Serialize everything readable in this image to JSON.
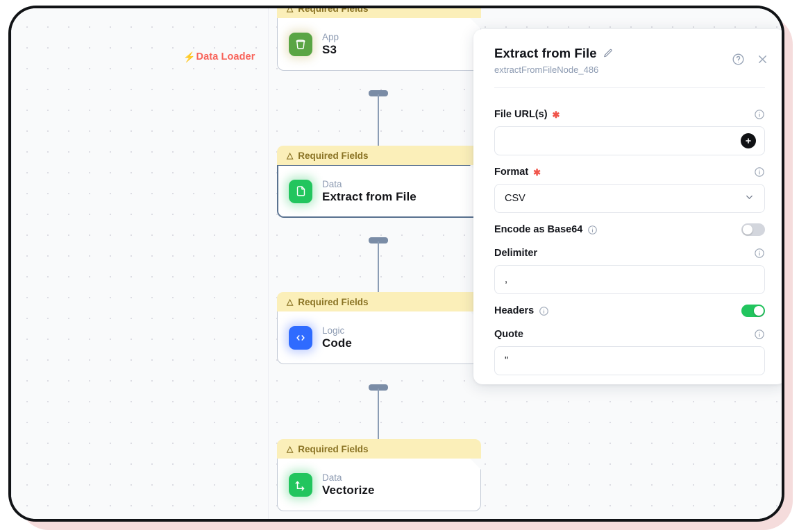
{
  "canvas": {
    "data_loader_tag": {
      "label": "Data Loader",
      "icon": "bolt-icon",
      "color": "#f8635a"
    },
    "nodes": [
      {
        "banner": "Required Fields",
        "kind": "App",
        "title": "S3",
        "icon": "s3-bucket-icon",
        "selected": false
      },
      {
        "banner": "Required Fields",
        "kind": "Data",
        "title": "Extract from File",
        "icon": "file-document-icon",
        "selected": true
      },
      {
        "banner": "Required Fields",
        "kind": "Logic",
        "title": "Code",
        "icon": "code-brackets-icon",
        "selected": false
      },
      {
        "banner": "Required Fields",
        "kind": "Data",
        "title": "Vectorize",
        "icon": "vector-axes-icon",
        "selected": false
      }
    ]
  },
  "panel": {
    "title": "Extract from File",
    "subtitle": "extractFromFileNode_486",
    "edit_icon": "pencil-icon",
    "help_icon": "help-circle-icon",
    "close_icon": "close-icon",
    "fields": [
      {
        "label": "File URL(s)",
        "required": true,
        "type": "text-with-add",
        "value": "",
        "info_icon": "info-icon",
        "add_icon": "plus-icon"
      },
      {
        "label": "Format",
        "required": true,
        "type": "select",
        "value": "CSV",
        "info_icon": "info-icon",
        "chevron_icon": "chevron-down-icon"
      },
      {
        "label": "Encode as Base64",
        "required": false,
        "type": "toggle",
        "value": "off",
        "info_icon": "info-icon"
      },
      {
        "label": "Delimiter",
        "required": false,
        "type": "text",
        "value": ",",
        "info_icon": "info-icon"
      },
      {
        "label": "Headers",
        "required": false,
        "type": "toggle",
        "value": "on",
        "info_icon": "info-icon"
      },
      {
        "label": "Quote",
        "required": false,
        "type": "text",
        "value": "\"",
        "info_icon": "info-icon"
      }
    ]
  },
  "colors": {
    "accent_green": "#22c55e",
    "warning_banner": "#fbefb9",
    "required_red": "#f0554b",
    "tag_red": "#f8635a"
  }
}
